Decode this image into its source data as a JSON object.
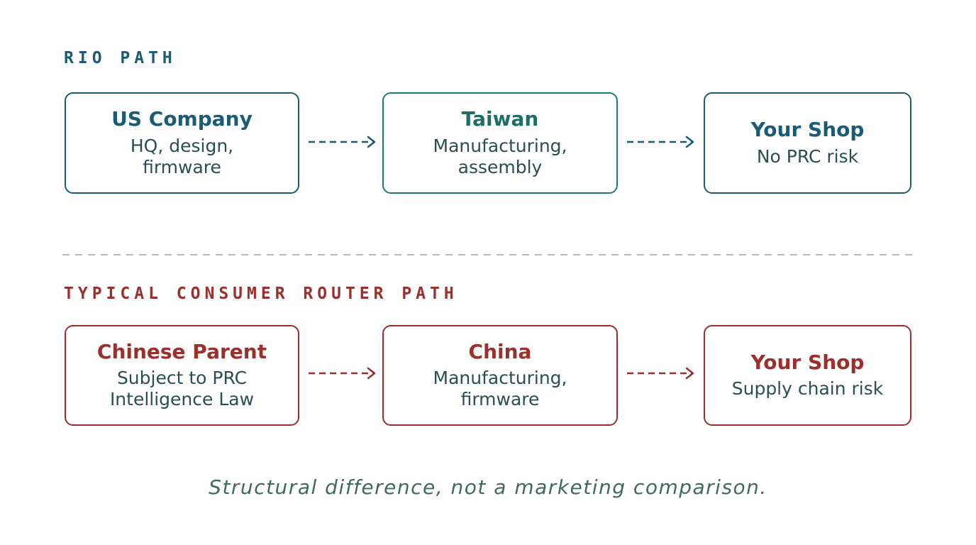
{
  "rio_path": {
    "label": "RIO PATH",
    "color": "#1b5b76",
    "nodes": [
      {
        "title": "US Company",
        "subtitle": "HQ, design,\nfirmware"
      },
      {
        "title": "Taiwan",
        "subtitle": "Manufacturing,\nassembly"
      },
      {
        "title": "Your Shop",
        "subtitle": "No PRC risk"
      }
    ]
  },
  "typical_path": {
    "label": "TYPICAL CONSUMER ROUTER PATH",
    "color": "#9b2f2c",
    "nodes": [
      {
        "title": "Chinese Parent",
        "subtitle": "Subject to PRC\nIntelligence Law"
      },
      {
        "title": "China",
        "subtitle": "Manufacturing,\nfirmware"
      },
      {
        "title": "Your Shop",
        "subtitle": "Supply chain risk"
      }
    ]
  },
  "caption": "Structural difference, not a marketing comparison."
}
